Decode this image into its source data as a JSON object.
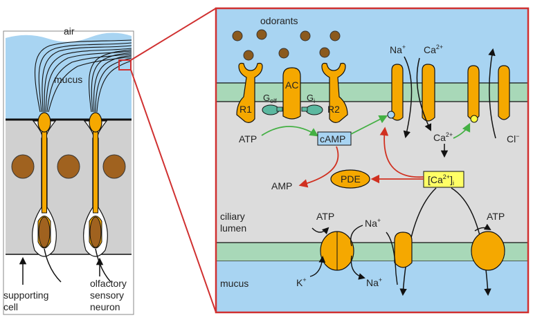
{
  "left_panel": {
    "air_label": "air",
    "mucus_label": "mucus",
    "supporting_label": [
      "supporting",
      "cell"
    ],
    "neuron_label": [
      "olfactory",
      "sensory",
      "neuron"
    ]
  },
  "right_panel": {
    "odorants_label": "odorants",
    "ac_label": "AC",
    "r1_label": "R1",
    "r2_label": "R2",
    "golf_label": {
      "base": "G",
      "sub": "olf"
    },
    "gi_label": {
      "base": "G",
      "sub": "i"
    },
    "atp_label": "ATP",
    "camp_label": "cAMP",
    "pde_label": "PDE",
    "amp_label": "AMP",
    "na_top_label": {
      "base": "Na",
      "sup": "+"
    },
    "ca_top_label": {
      "base": "Ca",
      "sup": "2+"
    },
    "ca_in_label": {
      "base": "Ca",
      "sup": "2+"
    },
    "cl_label": {
      "base": "Cl",
      "sup": "−"
    },
    "cai_label": {
      "pre": "[Ca",
      "sup": "2+",
      "post": "]",
      "sub": "i"
    },
    "ciliary_label": [
      "ciliary",
      "lumen"
    ],
    "atp_pump1_label": "ATP",
    "atp_pump2_label": "ATP",
    "na_pump_in_label": {
      "base": "Na",
      "sup": "+"
    },
    "na_pump_out_label": {
      "base": "Na",
      "sup": "+"
    },
    "k_label": {
      "base": "K",
      "sup": "+"
    },
    "mucus_bottom_label": "mucus"
  },
  "colors": {
    "sky": "#a8d4f2",
    "membrane": "#a8d8b8",
    "cytoplasm": "#dcdcdc",
    "protein": "#f5a800",
    "odorant": "#8b5a1e",
    "nucleus": "#a0621f",
    "camp_box": "#a8d4f2",
    "cai_box": "#ffff66",
    "border_red": "#d03030",
    "green_arrow": "#44b044",
    "red_arrow": "#d03020"
  }
}
